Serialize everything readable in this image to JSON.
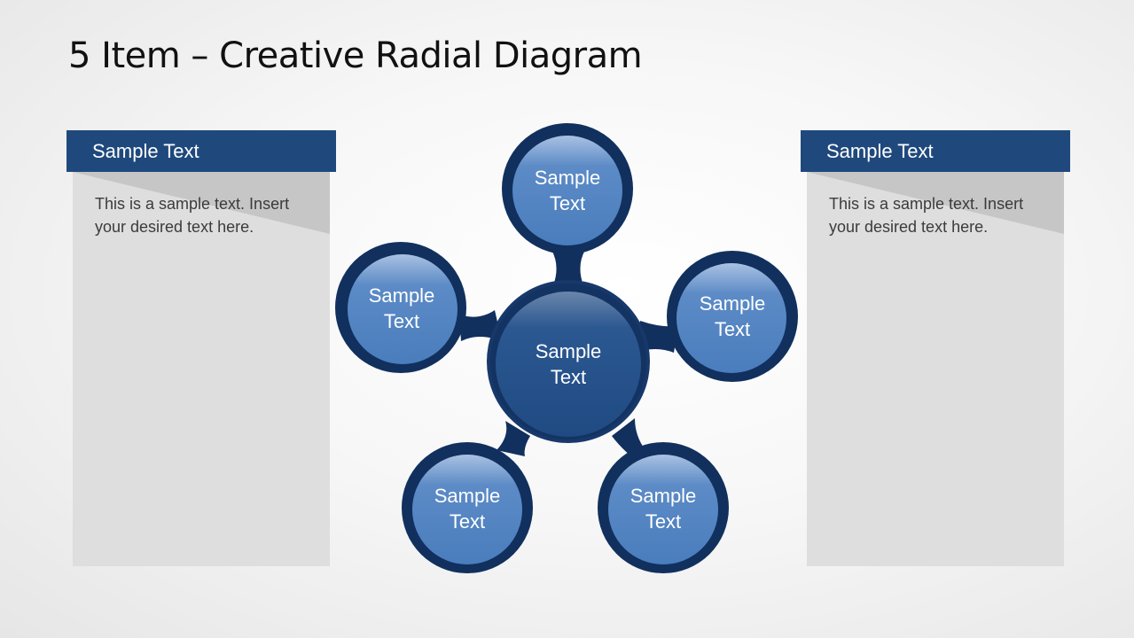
{
  "title": "5 Item – Creative Radial Diagram",
  "left_panel": {
    "header": "Sample Text",
    "body": "This is a sample  text. Insert your desired text here."
  },
  "right_panel": {
    "header": "Sample Text",
    "body": "This is a sample  text. Insert your desired text here."
  },
  "diagram": {
    "center": {
      "line1": "Sample",
      "line2": "Text"
    },
    "nodes": [
      {
        "position": "top",
        "line1": "Sample",
        "line2": "Text"
      },
      {
        "position": "left",
        "line1": "Sample",
        "line2": "Text"
      },
      {
        "position": "right",
        "line1": "Sample",
        "line2": "Text"
      },
      {
        "position": "bottom-left",
        "line1": "Sample",
        "line2": "Text"
      },
      {
        "position": "bottom-right",
        "line1": "Sample",
        "line2": "Text"
      }
    ]
  },
  "colors": {
    "header_blue": "#1f497d",
    "ring_dark": "#11305e",
    "node_blue": "#4a7ebb",
    "center_blue": "#234e86",
    "panel_gray": "#dedede"
  }
}
